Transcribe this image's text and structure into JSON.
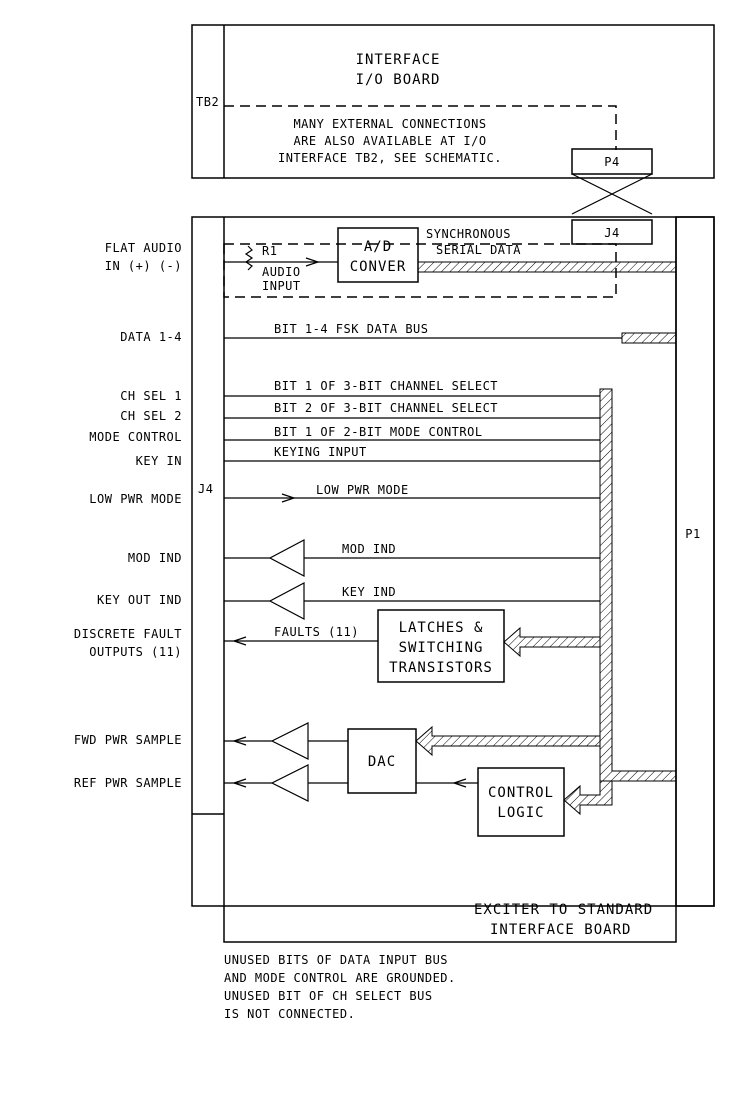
{
  "interface_board": {
    "title_line1": "INTERFACE",
    "title_line2": "I/O BOARD",
    "tb2": "TB2",
    "note_line1": "MANY EXTERNAL CONNECTIONS",
    "note_line2": "ARE ALSO AVAILABLE AT I/O",
    "note_line3": "INTERFACE TB2, SEE SCHEMATIC.",
    "p4": "P4"
  },
  "exciter_board": {
    "j4_top": "J4",
    "j4_left": "J4",
    "p1": "P1",
    "title_line1": "EXCITER TO STANDARD",
    "title_line2": "INTERFACE BOARD",
    "r1": "R1",
    "audio_input_line1": "AUDIO",
    "audio_input_line2": "INPUT",
    "ad_line1": "A/D",
    "ad_line2": "CONVER",
    "sync_line1": "SYNCHRONOUS",
    "sync_line2": "SERIAL DATA",
    "bus_data": "BIT 1-4 FSK DATA BUS",
    "bus_ch1": "BIT 1 OF 3-BIT CHANNEL SELECT",
    "bus_ch2": "BIT 2 OF 3-BIT CHANNEL SELECT",
    "bus_mode": "BIT 1 OF 2-BIT MODE CONTROL",
    "keying_input": "KEYING INPUT",
    "low_pwr_mode": "LOW PWR MODE",
    "mod_ind": "MOD IND",
    "key_ind": "KEY IND",
    "faults": "FAULTS (11)",
    "latches_line1": "LATCHES &",
    "latches_line2": "SWITCHING",
    "latches_line3": "TRANSISTORS",
    "dac": "DAC",
    "control_line1": "CONTROL",
    "control_line2": "LOGIC"
  },
  "external_labels": {
    "flat_audio_line1": "FLAT AUDIO",
    "flat_audio_line2": "IN (+) (-)",
    "data": "DATA 1-4",
    "ch_sel_1": "CH SEL 1",
    "ch_sel_2": "CH SEL 2",
    "mode_control": "MODE CONTROL",
    "key_in": "KEY IN",
    "low_pwr_mode": "LOW PWR MODE",
    "mod_ind": "MOD IND",
    "key_out_ind": "KEY OUT IND",
    "discrete_line1": "DISCRETE FAULT",
    "discrete_line2": "OUTPUTS (11)",
    "fwd_pwr": "FWD PWR SAMPLE",
    "ref_pwr": "REF PWR SAMPLE"
  },
  "footnote": {
    "line1": "UNUSED BITS OF DATA INPUT BUS",
    "line2": "AND MODE CONTROL ARE GROUNDED.",
    "line3": "UNUSED BIT OF CH SELECT BUS",
    "line4": "IS NOT CONNECTED."
  }
}
